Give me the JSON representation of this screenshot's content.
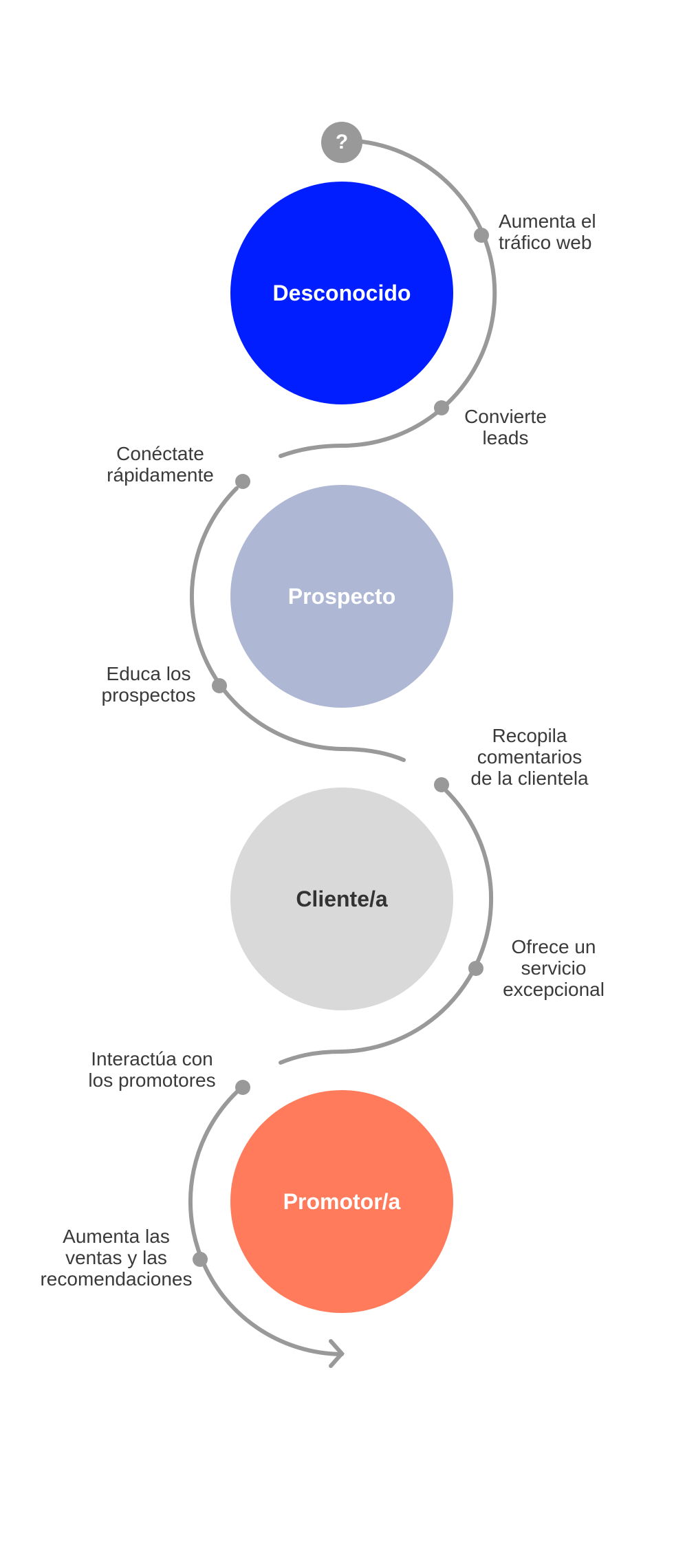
{
  "start_icon": {
    "name": "question-icon",
    "glyph": "?"
  },
  "colors": {
    "line": "#999999",
    "unknown": "#001EFF",
    "prospect": "#AEB7D3",
    "client": "#D9D9D9",
    "promoter": "#FF7B5C"
  },
  "stages": [
    {
      "label": "Desconocido"
    },
    {
      "label": "Prospecto"
    },
    {
      "label": "Cliente/a"
    },
    {
      "label": "Promotor/a"
    }
  ],
  "steps": [
    {
      "lines": [
        "Aumenta el",
        "tráfico web"
      ]
    },
    {
      "lines": [
        "Convierte",
        "leads"
      ]
    },
    {
      "lines": [
        "Conéctate",
        "rápidamente"
      ]
    },
    {
      "lines": [
        "Educa los",
        "prospectos"
      ]
    },
    {
      "lines": [
        "Recopila",
        "comentarios",
        "de la clientela"
      ]
    },
    {
      "lines": [
        "Ofrece un",
        "servicio",
        "excepcional"
      ]
    },
    {
      "lines": [
        "Interactúa con",
        "los promotores"
      ]
    },
    {
      "lines": [
        "Aumenta las",
        "ventas y las",
        "recomendaciones"
      ]
    }
  ]
}
